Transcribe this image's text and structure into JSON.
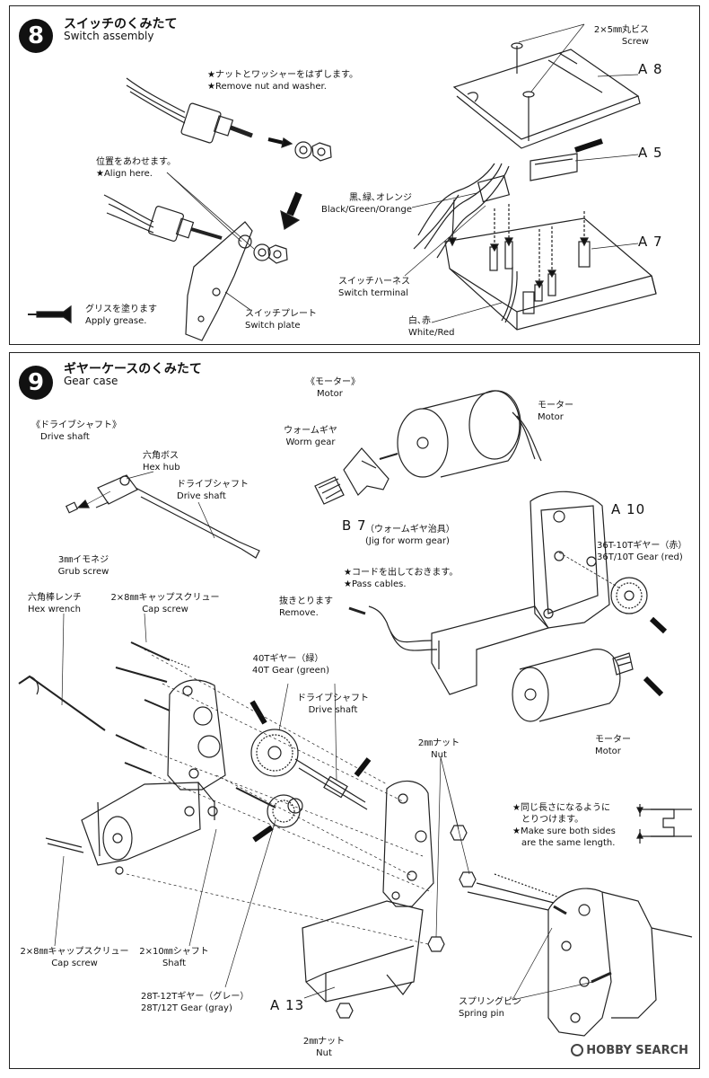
{
  "step8": {
    "number": "8",
    "title_jp": "スイッチのくみたて",
    "title_en": "Switch assembly",
    "remove_nut_jp": "★ナットとワッシャーをはずします。",
    "remove_nut_en": "★Remove nut and washer.",
    "align_jp": "位置をあわせます。",
    "align_en": "★Align here.",
    "grease_jp": "グリスを塗ります",
    "grease_en": "Apply grease.",
    "plate_jp": "スイッチプレート",
    "plate_en": "Switch plate",
    "screw_jp": "2×5㎜丸ビス",
    "screw_en": "Screw",
    "a8": "A 8",
    "a5": "A 5",
    "a7": "A 7",
    "wires_jp": "黒､緑､オレンジ",
    "wires_en": "Black/Green/Orange",
    "harness_jp": "スイッチハーネス",
    "harness_en": "Switch terminal",
    "wr_jp": "白､赤",
    "wr_en": "White/Red"
  },
  "step9": {
    "number": "9",
    "title_jp": "ギヤーケースのくみたて",
    "title_en": "Gear case",
    "motor_head_jp": "《モーター》",
    "motor_head_en": "Motor",
    "motor_jp": "モーター",
    "motor_en": "Motor",
    "worm_jp": "ウォームギヤ",
    "worm_en": "Worm gear",
    "b7": "B 7",
    "jig_jp": "（ウォームギヤ治具）",
    "jig_en": "(Jig for worm gear)",
    "drive_head_jp": "《ドライブシャフト》",
    "drive_head_en": "Drive shaft",
    "hexhub_jp": "六角ボス",
    "hexhub_en": "Hex hub",
    "dshaft_jp": "ドライブシャフト",
    "dshaft_en": "Drive shaft",
    "grub_jp": "3㎜イモネジ",
    "grub_en": "Grub screw",
    "a10": "A 10",
    "gear36_jp": "36T-10Tギヤー（赤）",
    "gear36_en": "36T/10T Gear (red)",
    "pass_jp": "★コードを出しておきます。",
    "pass_en": "★Pass cables.",
    "remove_jp": "抜きとります",
    "remove_en": "Remove.",
    "motor2_jp": "モーター",
    "motor2_en": "Motor",
    "hexwrench_jp": "六角棒レンチ",
    "hexwrench_en": "Hex wrench",
    "capscrew1_jp": "2×8㎜キャップスクリュー",
    "capscrew1_en": "Cap screw",
    "gear40_jp": "40Tギヤー（緑）",
    "gear40_en": "40T Gear (green)",
    "dshaft2_jp": "ドライブシャフト",
    "dshaft2_en": "Drive shaft",
    "nut1_jp": "2㎜ナット",
    "nut1_en": "Nut",
    "same_jp1": "★同じ長さになるように",
    "same_jp2": "とりつけます。",
    "same_en1": "★Make sure both sides",
    "same_en2": "are the same length.",
    "capscrew2_jp": "2×8㎜キャップスクリュー",
    "capscrew2_en": "Cap screw",
    "shaft_jp": "2×10㎜シャフト",
    "shaft_en": "Shaft",
    "gear28_jp": "28T-12Tギヤー（グレー）",
    "gear28_en": "28T/12T Gear (gray)",
    "a13": "A 13",
    "nut2_jp": "2㎜ナット",
    "nut2_en": "Nut",
    "spring_jp": "スプリングピン",
    "spring_en": "Spring pin"
  },
  "watermark": "HOBBY SEARCH"
}
